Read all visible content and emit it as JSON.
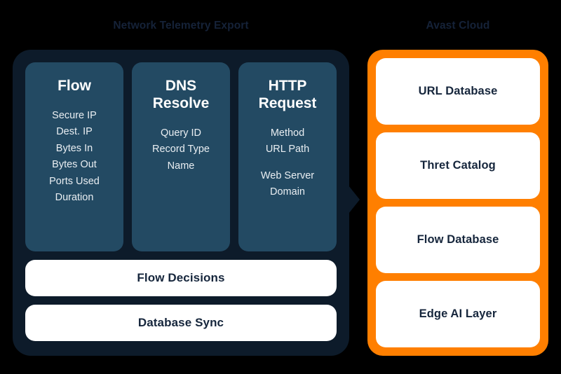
{
  "background_color": "#000000",
  "theme": {
    "panel_dark": "#0d1b2a",
    "card_slate": "#234a63",
    "accent_orange": "#ff7f00",
    "card_white": "#ffffff",
    "title_navy": "#152238",
    "body_text": "#16263c"
  },
  "left_panel": {
    "title": "Network Telemetry Export",
    "protocol_cards": [
      {
        "title": "Flow",
        "fields": [
          "Secure IP",
          "Dest. IP",
          "Bytes In",
          "Bytes Out",
          "Ports Used",
          "Duration"
        ]
      },
      {
        "title": "DNS\nResolve",
        "fields": [
          "Query ID",
          "Record Type",
          "Name"
        ]
      },
      {
        "title": "HTTP\nRequest",
        "fields": [
          "Method",
          "URL Path",
          "Web Server\nDomain"
        ]
      }
    ],
    "pills": [
      {
        "label": "Flow Decisions"
      },
      {
        "label": "Database Sync"
      }
    ]
  },
  "connector": {
    "name": "flow-arrow",
    "direction": "right"
  },
  "right_panel": {
    "title": "Avast Cloud",
    "cards": [
      {
        "label": "URL Database"
      },
      {
        "label": "Thret Catalog"
      },
      {
        "label": "Flow Database"
      },
      {
        "label": "Edge AI Layer"
      }
    ]
  }
}
